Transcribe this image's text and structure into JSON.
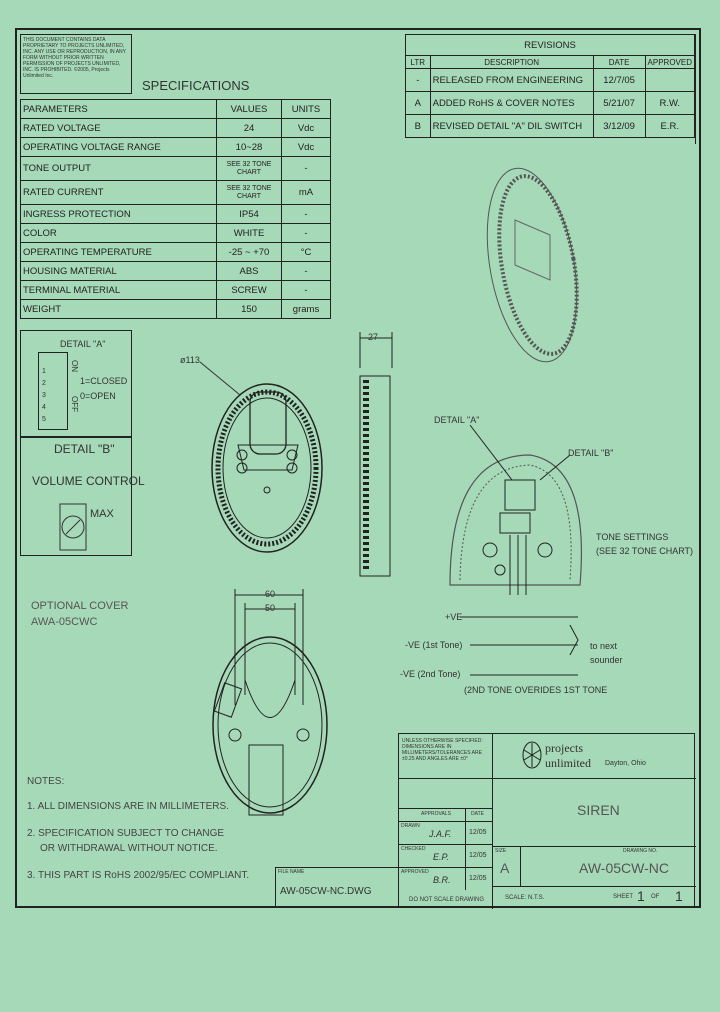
{
  "disclaimer": "THIS DOCUMENT CONTAINS DATA PROPRIETARY TO PROJECTS UNLIMITED, INC. ANY USE OR REPRODUCTION, IN ANY FORM WITHOUT PRIOR WRITTEN PERMISSION OF PROJECTS UNLIMITED, INC. IS PROHIBITED. ©2005, Projects Unlimited Inc.",
  "specs": {
    "title": "SPECIFICATIONS",
    "headers": {
      "param": "PARAMETERS",
      "value": "VALUES",
      "unit": "UNITS"
    },
    "rows": [
      {
        "param": "RATED VOLTAGE",
        "value": "24",
        "unit": "Vdc"
      },
      {
        "param": "OPERATING VOLTAGE RANGE",
        "value": "10~28",
        "unit": "Vdc"
      },
      {
        "param": "TONE OUTPUT",
        "value": "SEE 32 TONE CHART",
        "unit": "-"
      },
      {
        "param": "RATED CURRENT",
        "value": "SEE 32 TONE CHART",
        "unit": "mA"
      },
      {
        "param": "INGRESS PROTECTION",
        "value": "IP54",
        "unit": "-"
      },
      {
        "param": "COLOR",
        "value": "WHITE",
        "unit": "-"
      },
      {
        "param": "OPERATING TEMPERATURE",
        "value": "-25 ~ +70",
        "unit": "°C"
      },
      {
        "param": "HOUSING MATERIAL",
        "value": "ABS",
        "unit": "-"
      },
      {
        "param": "TERMINAL MATERIAL",
        "value": "SCREW",
        "unit": "-"
      },
      {
        "param": "WEIGHT",
        "value": "150",
        "unit": "grams"
      }
    ]
  },
  "revisions": {
    "title": "REVISIONS",
    "headers": {
      "ltr": "LTR",
      "desc": "DESCRIPTION",
      "date": "DATE",
      "approved": "APPROVED"
    },
    "rows": [
      {
        "ltr": "-",
        "desc": "RELEASED FROM ENGINEERING",
        "date": "12/7/05",
        "approved": ""
      },
      {
        "ltr": "A",
        "desc": "ADDED RoHS & COVER NOTES",
        "date": "5/21/07",
        "approved": "R.W."
      },
      {
        "ltr": "B",
        "desc": "REVISED DETAIL \"A\" DIL SWITCH",
        "date": "3/12/09",
        "approved": "E.R."
      }
    ]
  },
  "detail_a": {
    "title": "DETAIL \"A\"",
    "pins": [
      "1",
      "2",
      "3",
      "4",
      "5"
    ],
    "on": "ON",
    "off": "OFF",
    "closed": "1=CLOSED",
    "open": "0=OPEN"
  },
  "detail_b": {
    "title": "DETAIL \"B\"",
    "subtitle": "VOLUME CONTROL",
    "max": "MAX"
  },
  "optional_cover": {
    "line1": "OPTIONAL COVER",
    "line2": "AWA-05CWC"
  },
  "dims": {
    "dia": "ø113",
    "depth": "27",
    "w60": "60",
    "w50": "50"
  },
  "callouts": {
    "detail_a": "DETAIL \"A\"",
    "detail_b": "DETAIL \"B\"",
    "tone_settings_1": "TONE SETTINGS",
    "tone_settings_2": "(SEE 32 TONE CHART)",
    "pos": "+VE",
    "neg1": "-VE (1st Tone)",
    "neg2": "-VE (2nd Tone)",
    "next1": "to next",
    "next2": "sounder",
    "override": "(2ND TONE OVERIDES 1ST TONE"
  },
  "notes": {
    "title": "NOTES:",
    "items": [
      "1. ALL DIMENSIONS ARE IN MILLIMETERS.",
      "2. SPECIFICATION SUBJECT TO CHANGE",
      "OR WITHDRAWAL WITHOUT NOTICE.",
      "3. THIS PART IS RoHS 2002/95/EC COMPLIANT."
    ]
  },
  "title_block": {
    "file_label": "FILE NAME",
    "file_name": "AW-05CW-NC.DWG",
    "tolerance": "UNLESS OTHERWISE SPECIFIED: DIMENSIONS ARE IN MILLIMETERS/TOLERANCES ARE ±0.25 AND ANGLES ARE ±0°",
    "approvals_label": "APPROVALS",
    "date_label": "DATE",
    "drawn_label": "DRAWN",
    "drawn_by": "J.A.F.",
    "drawn_date": "12/05",
    "checked_label": "CHECKED",
    "checked_by": "E.P.",
    "checked_date": "12/05",
    "approved_label": "APPROVED",
    "approved_by": "B.R.",
    "approved_date": "12/05",
    "no_scale": "DO NOT SCALE DRAWING",
    "company_1": "projects",
    "company_2": "unlimited",
    "location": "Dayton, Ohio",
    "title": "SIREN",
    "size_label": "SIZE",
    "size": "A",
    "drawing_no_label": "DRAWING NO.",
    "drawing_no": "AW-05CW-NC",
    "scale": "SCALE: N.T.S.",
    "sheet_label": "SHEET",
    "sheet": "1",
    "of_label": "OF",
    "total": "1"
  },
  "colors": {
    "paper": "#a6d9b8",
    "ink": "#222222"
  }
}
